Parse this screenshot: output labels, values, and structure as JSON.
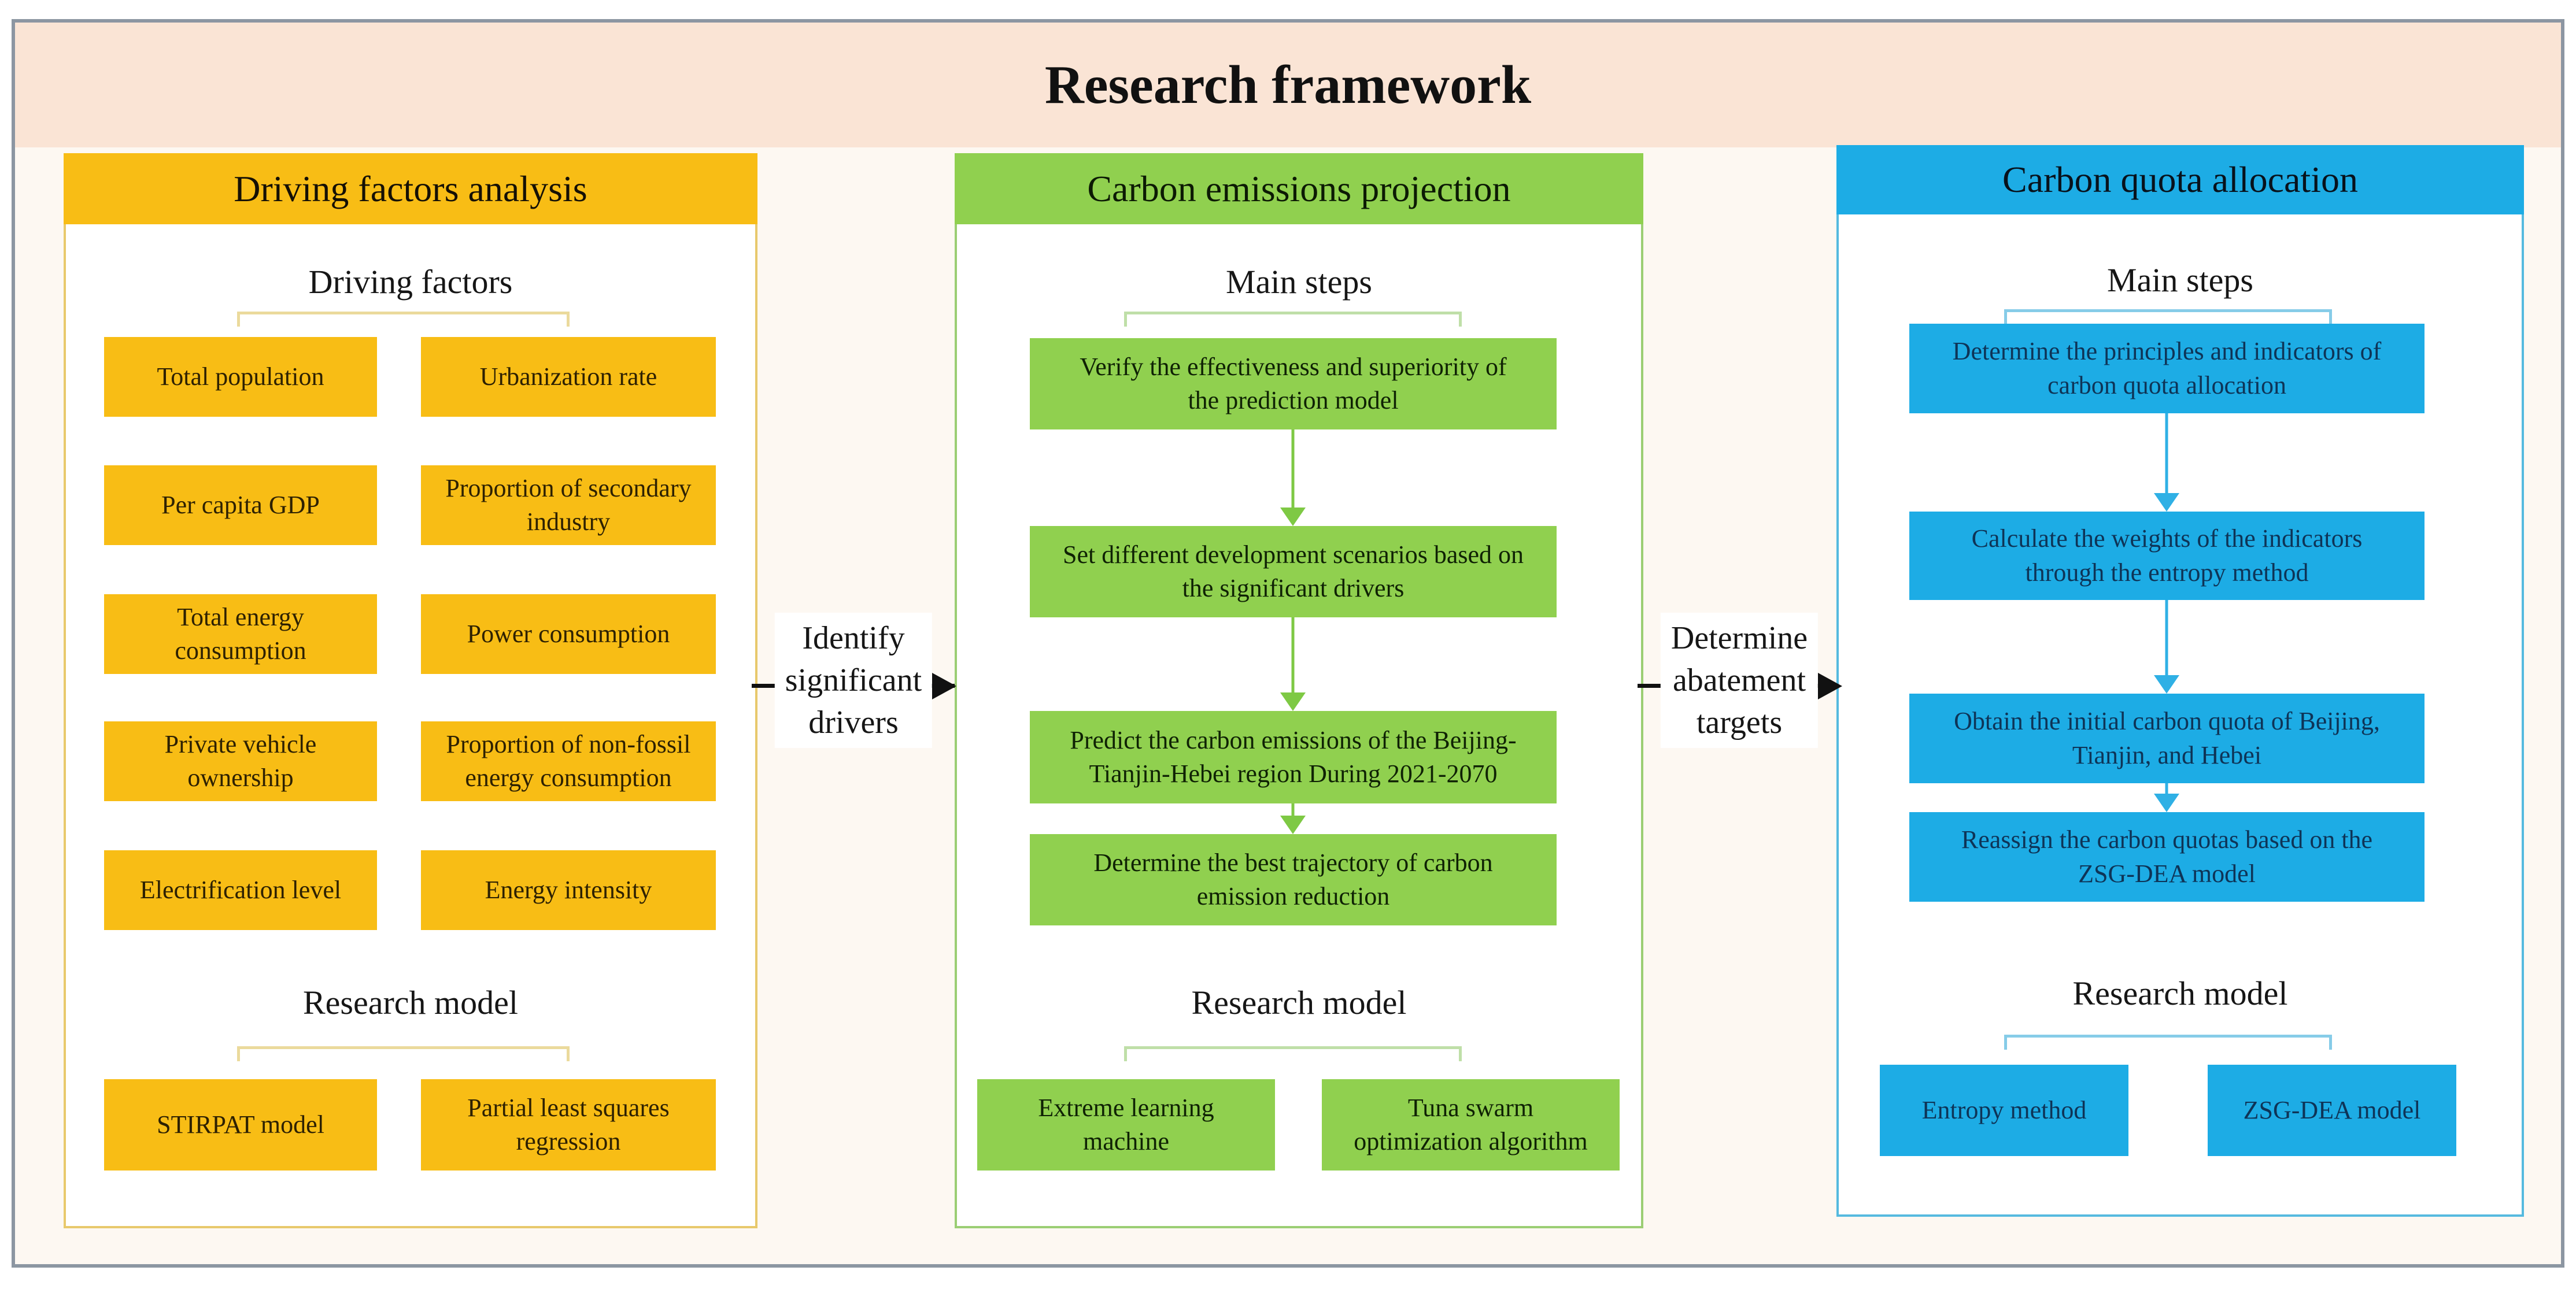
{
  "page": {
    "title": "Research framework"
  },
  "colors": {
    "frame_border": "#8C96A2",
    "frame_bg": "#FDF8F2",
    "banner": "#FAE4D5",
    "ink": "#111111",
    "gold": "#F8BD15",
    "gold_border": "#E8C96C",
    "gold_bracket": "#EBDA9C",
    "gold_ink": "#2E2102",
    "green": "#90D04F",
    "green_border": "#9BCE74",
    "green_bracket": "#BFDFA8",
    "green_ink": "#0F2204",
    "arrow_green": "#7EC944",
    "blue": "#1DACE5",
    "blue_border": "#55BADF",
    "blue_bracket": "#86CCE8",
    "blue_ink": "#0E3457",
    "arrow_blue": "#2FB0E5"
  },
  "connectors": [
    {
      "label": "Identify\nsignificant\ndrivers"
    },
    {
      "label": "Determine\nabatement\ntargets"
    }
  ],
  "columns": [
    {
      "header": "Driving factors analysis",
      "group_label": "Driving factors",
      "factors": [
        "Total population",
        "Urbanization rate",
        "Per capita GDP",
        "Proportion of secondary\nindustry",
        "Total energy\nconsumption",
        "Power consumption",
        "Private vehicle\nownership",
        "Proportion of non-fossil\nenergy consumption",
        "Electrification level",
        "Energy intensity"
      ],
      "model_label": "Research model",
      "models": [
        "STIRPAT model",
        "Partial least squares\nregression"
      ]
    },
    {
      "header": "Carbon emissions projection",
      "group_label": "Main steps",
      "steps": [
        "Verify the effectiveness and superiority of\nthe prediction model",
        "Set different development scenarios based on\nthe significant drivers",
        "Predict the carbon emissions of the Beijing-\nTianjin-Hebei region During 2021-2070",
        "Determine the best trajectory of carbon\nemission reduction"
      ],
      "model_label": "Research model",
      "models": [
        "Extreme learning\nmachine",
        "Tuna swarm\noptimization algorithm"
      ]
    },
    {
      "header": "Carbon quota allocation",
      "group_label": "Main steps",
      "steps": [
        "Determine the principles and indicators of\ncarbon quota allocation",
        "Calculate the weights of the indicators\nthrough the entropy method",
        "Obtain the initial carbon quota of Beijing,\nTianjin, and Hebei",
        "Reassign the carbon quotas based on the\nZSG-DEA model"
      ],
      "model_label": "Research model",
      "models": [
        "Entropy method",
        "ZSG-DEA model"
      ]
    }
  ]
}
